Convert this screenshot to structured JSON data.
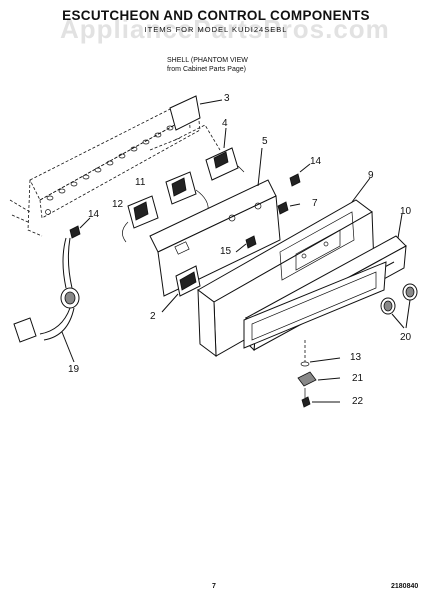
{
  "title": "ESCUTCHEON AND CONTROL COMPONENTS",
  "subtitle": "ITEMS FOR MODEL KUDI24SEBL",
  "watermark": "AppliancePartsPros.com",
  "note": {
    "line1": "SHELL (PHANTOM VIEW",
    "line2": "from Cabinet Parts Page)"
  },
  "callouts": {
    "c2": "2",
    "c3": "3",
    "c4": "4",
    "c5": "5",
    "c7": "7",
    "c9": "9",
    "c10": "10",
    "c11": "11",
    "c12": "12",
    "c13": "13",
    "c14a": "14",
    "c14b": "14",
    "c15": "15",
    "c19": "19",
    "c20": "20",
    "c21": "21",
    "c22": "22"
  },
  "footer": {
    "page": "7",
    "doc_number": "2180840"
  }
}
